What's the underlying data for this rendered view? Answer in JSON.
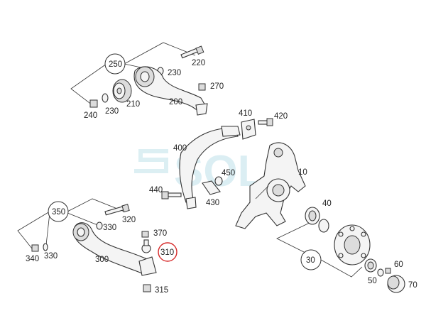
{
  "watermark": "SOL",
  "labels": {
    "l10": "10",
    "l30": "30",
    "l40": "40",
    "l50": "50",
    "l60": "60",
    "l70": "70",
    "l200": "200",
    "l210": "210",
    "l220": "220",
    "l230a": "230",
    "l230b": "230",
    "l240": "240",
    "l250": "250",
    "l270": "270",
    "l300": "300",
    "l310": "310",
    "l315": "315",
    "l320": "320",
    "l330a": "330",
    "l330b": "330",
    "l340": "340",
    "l350": "350",
    "l370": "370",
    "l400": "400",
    "l410": "410",
    "l420": "420",
    "l430": "430",
    "l440": "440",
    "l450": "450"
  },
  "highlight_color": "#d62828",
  "watermark_color": "#bfe1ea"
}
